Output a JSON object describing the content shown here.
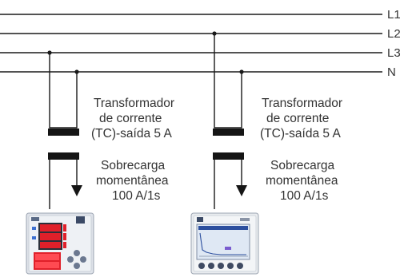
{
  "lines": [
    {
      "label": "L1"
    },
    {
      "label": "L2"
    },
    {
      "label": "L3"
    },
    {
      "label": "N"
    }
  ],
  "groups": [
    {
      "ct_label": [
        "Transformador",
        "de corrente",
        "(TC)-saída 5 A"
      ],
      "overload_label": [
        "Sobrecarga",
        "momentânea",
        "100 A/1s"
      ],
      "meter": {
        "kind": "digital-display-meter",
        "screen_color": "#e0202a",
        "body_color": "#dfe3ea"
      }
    },
    {
      "ct_label": [
        "Transformador",
        "de corrente",
        "(TC)-saída 5 A"
      ],
      "overload_label": [
        "Sobrecarga",
        "momentânea",
        "100 A/1s"
      ],
      "meter": {
        "kind": "graphic-lcd-analyzer",
        "screen_color": "#dfe8f4",
        "body_color": "#e9ecef"
      }
    }
  ],
  "colors": {
    "wire": "#1a1a1a",
    "text": "#333333"
  }
}
